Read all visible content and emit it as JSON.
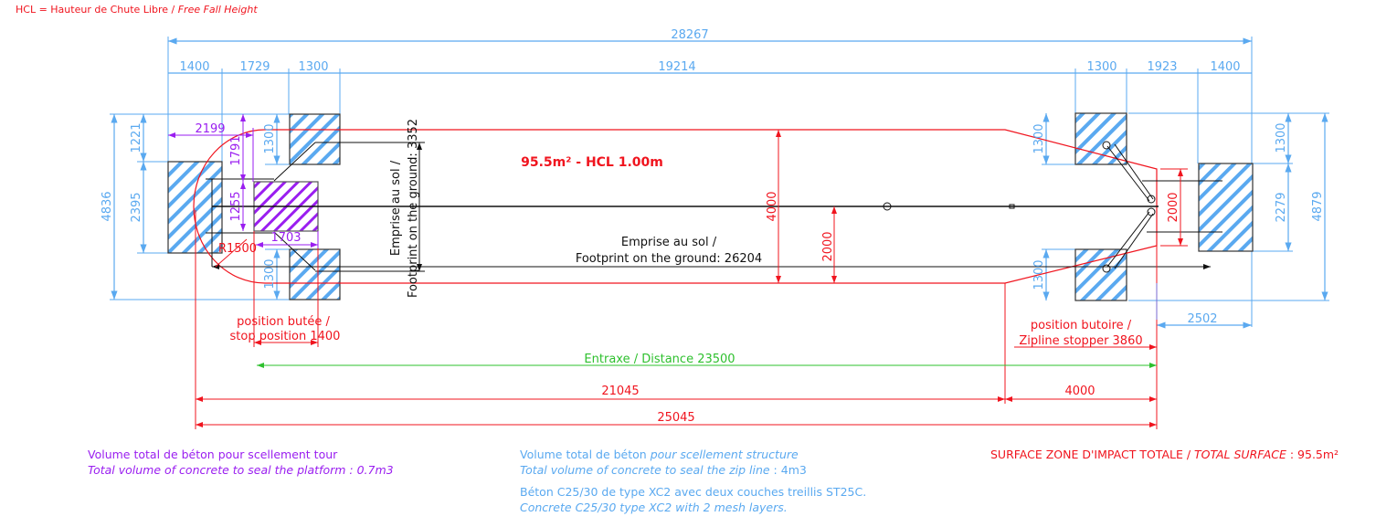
{
  "header": {
    "legend_fr": "HCL = Hauteur de Chute Libre",
    "legend_sep": " / ",
    "legend_en": "Free Fall Height"
  },
  "colors": {
    "dimension": "#5aa9f0",
    "impact_zone": "#f0141e",
    "platform": "#9a1ef0",
    "distance": "#2ec02e",
    "structure": "#111111"
  },
  "dimensions": {
    "overall": "28267",
    "top_row": [
      "1400",
      "1729",
      "1300",
      "19214",
      "1300",
      "1923",
      "1400"
    ],
    "left_overall": "4836",
    "left_top": "1221",
    "left_mid": "2395",
    "left_small_top": "1300",
    "left_small_bottom": "1300",
    "right_small_top": "1300",
    "right_small_bottom": "1300",
    "right_top": "1300",
    "right_mid": "2279",
    "right_overall": "4879",
    "right_offset": "2502",
    "platform_width": "2199",
    "platform_top": "1791",
    "platform_height": "1255",
    "platform_len": "1703",
    "radius": "R1500",
    "zone_width": "4000",
    "zone_half": "2000",
    "zone_end": "2000",
    "footprint_width_label": [
      "Emprise au sol /",
      "Footprint on the ground: 3352"
    ],
    "footprint_length_label": [
      "Emprise au sol /",
      "Footprint on the ground: 26204"
    ],
    "zone_title": "95.5m² - HCL 1.00m",
    "stop_position": [
      "position butée /",
      "stop position 1400"
    ],
    "zipline_stopper": [
      "position butoire /",
      "Zipline stopper 3860"
    ],
    "distance": "Entraxe / Distance 23500",
    "len_a": "21045",
    "len_b": "4000",
    "len_total": "25045"
  },
  "notes": {
    "platform_fr": "Volume total de béton pour scellement tour",
    "platform_en": "Total volume of concrete to seal the platform : 0.7m3",
    "zip_fr_a": "Volume total de béton ",
    "zip_fr_b": "pour scellement structure",
    "zip_en_a": "Total volume of concrete to seal the zip line",
    "zip_en_b": " : 4m3",
    "concrete_fr": "Béton C25/30 de type XC2 avec deux couches treillis ST25C.",
    "concrete_en": "Concrete C25/30 type XC2 with 2 mesh layers.",
    "surface_a": "SURFACE ZONE D'IMPACT TOTALE / ",
    "surface_b": "TOTAL SURFACE",
    "surface_c": " : 95.5m²"
  }
}
